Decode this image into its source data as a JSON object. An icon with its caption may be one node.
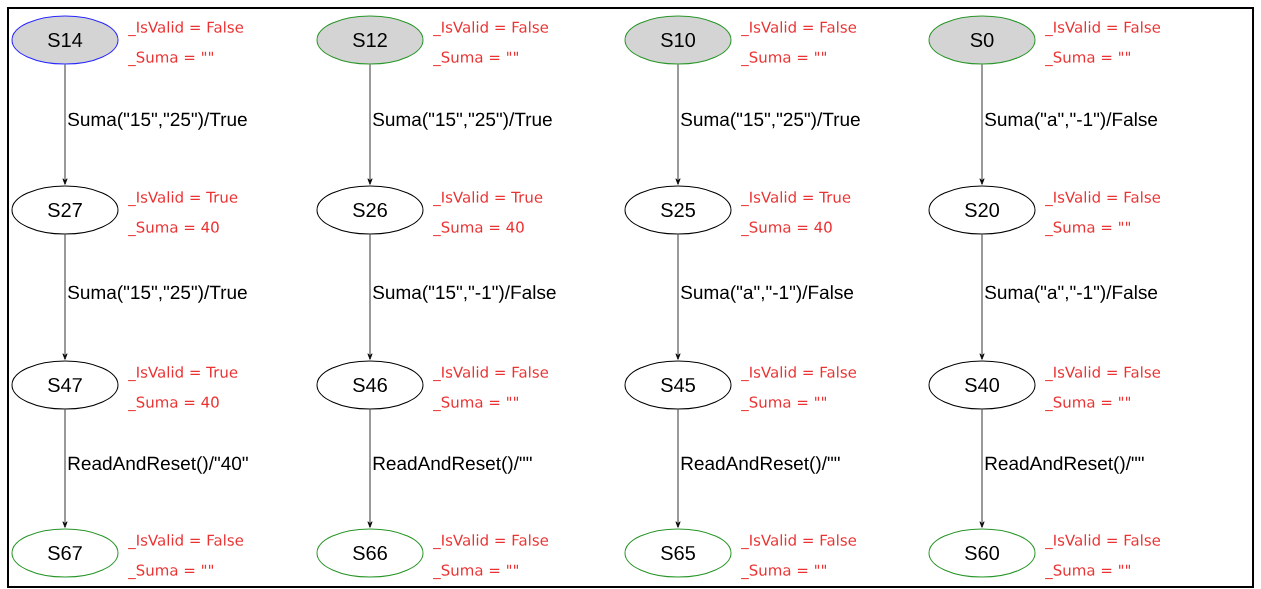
{
  "diagram": {
    "nodes": [
      {
        "text": [
          "S14"
        ],
        "beside": [
          "_IsValid = False",
          "_Suma = \"\""
        ]
      },
      {
        "text": [
          "S12"
        ],
        "beside": [
          "_IsValid = False",
          "_Suma = \"\""
        ]
      },
      {
        "text": [
          "S10"
        ],
        "beside": [
          "_IsValid = False",
          "_Suma = \"\""
        ]
      },
      {
        "text": [
          "S0"
        ],
        "beside": [
          "_IsValid = False",
          "_Suma = \"\""
        ]
      },
      {
        "text": [
          "S27"
        ],
        "beside": [
          "_IsValid = True",
          "_Suma = 40"
        ]
      },
      {
        "text": [
          "S26"
        ],
        "beside": [
          "_IsValid = True",
          "_Suma = 40"
        ]
      },
      {
        "text": [
          "S25"
        ],
        "beside": [
          "_IsValid = True",
          "_Suma = 40"
        ]
      },
      {
        "text": [
          "S20"
        ],
        "beside": [
          "_IsValid = False",
          "_Suma = \"\""
        ]
      },
      {
        "text": [
          "S47"
        ],
        "beside": [
          "_IsValid = True",
          "_Suma = 40"
        ]
      },
      {
        "text": [
          "S46"
        ],
        "beside": [
          "_IsValid = False",
          "_Suma = \"\""
        ]
      },
      {
        "text": [
          "S45"
        ],
        "beside": [
          "_IsValid = False",
          "_Suma = \"\""
        ]
      },
      {
        "text": [
          "S40"
        ],
        "beside": [
          "_IsValid = False",
          "_Suma = \"\""
        ]
      },
      {
        "text": [
          "S67"
        ],
        "beside": [
          "_IsValid = False",
          "_Suma = \"\""
        ]
      },
      {
        "text": [
          "S66"
        ],
        "beside": [
          "_IsValid = False",
          "_Suma = \"\""
        ]
      },
      {
        "text": [
          "S65"
        ],
        "beside": [
          "_IsValid = False",
          "_Suma = \"\""
        ]
      },
      {
        "text": [
          "S60"
        ],
        "beside": [
          "_IsValid = False",
          "_Suma = \"\""
        ]
      }
    ],
    "edges": [
      {
        "from": 0,
        "to": 4,
        "arrow": "to",
        "label": "Suma(\"15\",\"25\")/True"
      },
      {
        "from": 1,
        "to": 5,
        "arrow": "to",
        "label": "Suma(\"15\",\"25\")/True"
      },
      {
        "from": 2,
        "to": 6,
        "arrow": "to",
        "label": "Suma(\"15\",\"25\")/True"
      },
      {
        "from": 3,
        "to": 7,
        "arrow": "to",
        "label": "Suma(\"a\",\"-1\")/False"
      },
      {
        "from": 4,
        "to": 8,
        "arrow": "to",
        "label": "Suma(\"15\",\"25\")/True"
      },
      {
        "from": 5,
        "to": 9,
        "arrow": "to",
        "label": "Suma(\"15\",\"-1\")/False"
      },
      {
        "from": 6,
        "to": 10,
        "arrow": "to",
        "label": "Suma(\"a\",\"-1\")/False"
      },
      {
        "from": 7,
        "to": 11,
        "arrow": "to",
        "label": "Suma(\"a\",\"-1\")/False"
      },
      {
        "from": 8,
        "to": 12,
        "arrow": "to",
        "label": "ReadAndReset()/\"40\""
      },
      {
        "from": 9,
        "to": 13,
        "arrow": "to",
        "label": "ReadAndReset()/\"\""
      },
      {
        "from": 10,
        "to": 14,
        "arrow": "to",
        "label": "ReadAndReset()/\"\""
      },
      {
        "from": 11,
        "to": 15,
        "arrow": "to",
        "label": "ReadAndReset()/\"\""
      }
    ]
  }
}
